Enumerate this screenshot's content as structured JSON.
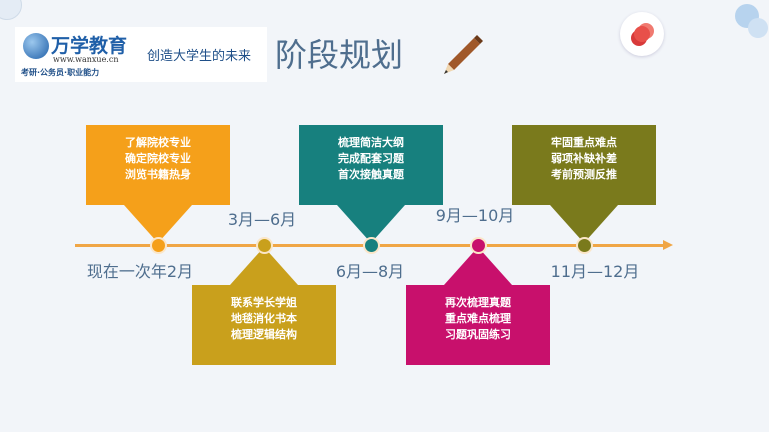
{
  "header": {
    "logo": {
      "name": "万学教育",
      "url": "www.wanxue.cn",
      "tagline": "考研·公务员·职业能力"
    },
    "slogan": "创造大学生的未来",
    "title": "阶段规划"
  },
  "timeline": [
    {
      "date": "现在一次年2月",
      "color": "#f5a01a",
      "position": "above",
      "lines": [
        "了解院校专业",
        "确定院校专业",
        "浏览书籍热身"
      ]
    },
    {
      "date": "3月—6月",
      "color": "#c9a01c",
      "position": "below",
      "lines": [
        "联系学长学姐",
        "地毯消化书本",
        "梳理逻辑结构"
      ]
    },
    {
      "date": "6月—8月",
      "color": "#17807e",
      "position": "above",
      "lines": [
        "梳理简洁大纲",
        "完成配套习题",
        "首次接触真题"
      ]
    },
    {
      "date": "9月—10月",
      "color": "#c8106c",
      "position": "below",
      "lines": [
        "再次梳理真题",
        "重点难点梳理",
        "习题巩固练习"
      ]
    },
    {
      "date": "11月—12月",
      "color": "#7a7a1c",
      "position": "above",
      "lines": [
        "牢固重点难点",
        "弱项补缺补差",
        "考前预测反推"
      ]
    }
  ]
}
